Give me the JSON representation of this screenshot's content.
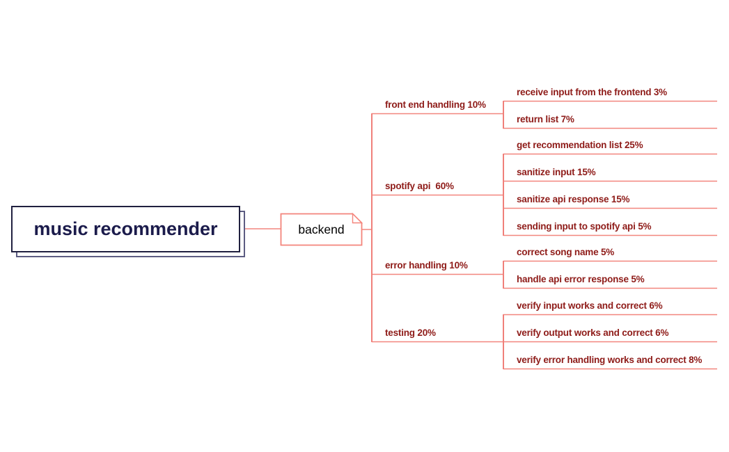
{
  "root": {
    "label": "music recommender"
  },
  "center": {
    "label": "backend"
  },
  "branches": [
    {
      "label": "front end handling 10%",
      "children": [
        {
          "label": "receive input from the frontend 3%"
        },
        {
          "label": "return list 7%"
        }
      ]
    },
    {
      "label": "spotify api  60%",
      "children": [
        {
          "label": "get recommendation list 25%"
        },
        {
          "label": "sanitize input 15%"
        },
        {
          "label": "sanitize api response 15%"
        },
        {
          "label": "sending input to spotify api 5%"
        }
      ]
    },
    {
      "label": "error handling 10%",
      "children": [
        {
          "label": "correct song name 5%"
        },
        {
          "label": "handle api error response 5%"
        }
      ]
    },
    {
      "label": "testing 20%",
      "children": [
        {
          "label": "verify input works and correct 6%"
        },
        {
          "label": "verify output works and correct 6%"
        },
        {
          "label": "verify error handling works and correct 8%"
        }
      ]
    }
  ],
  "colors": {
    "edge": "#F2867E",
    "edge_vertical": "#F0807A",
    "branch_text": "#8E1B18",
    "root_text": "#1B1B4B",
    "root_border": "#20203F",
    "root_shadow_border": "#5C5C82",
    "center_text": "#000000",
    "background": "#FFFFFF"
  }
}
